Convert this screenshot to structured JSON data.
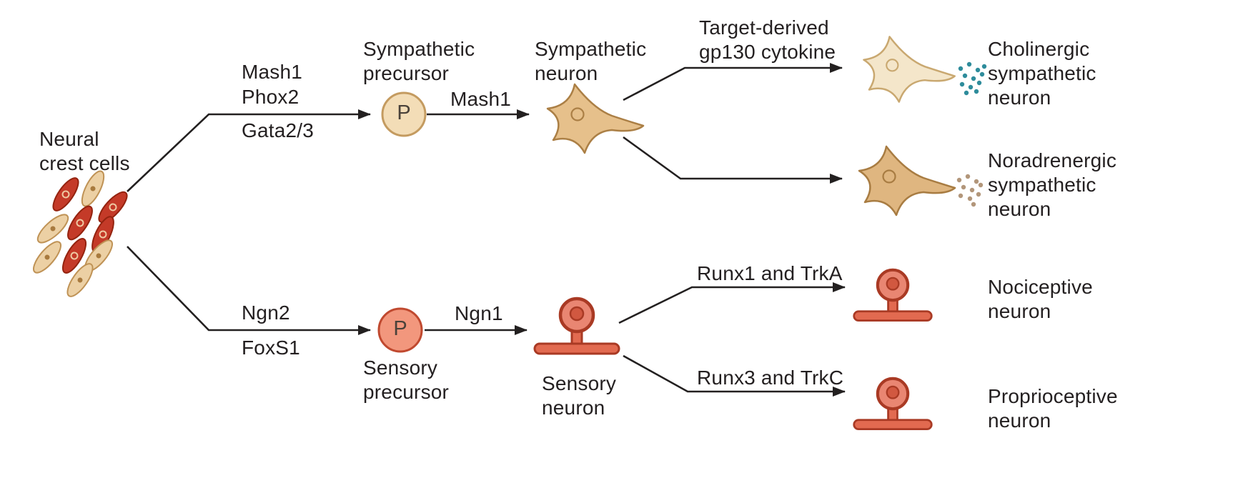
{
  "source": {
    "label": "Neural\ncrest cells"
  },
  "precursor_letter": "P",
  "sympathetic_pathway": {
    "branch_factors": [
      "Mash1",
      "Phox2",
      "Gata2/3"
    ],
    "precursor_label": "Sympathetic\nprecursor",
    "maturation_factor": "Mash1",
    "neuron_label": "Sympathetic\nneuron",
    "cholinergic": {
      "arrow_label": "Target-derived\ngp130 cytokine",
      "label": "Cholinergic\nsympathetic\nneuron"
    },
    "noradrenergic": {
      "label": "Noradrenergic\nsympathetic\nneuron"
    }
  },
  "sensory_pathway": {
    "branch_factors": [
      "Ngn2",
      "FoxS1"
    ],
    "precursor_label": "Sensory\nprecursor",
    "maturation_factor": "Ngn1",
    "neuron_label": "Sensory\nneuron",
    "nociceptive": {
      "arrow_label": "Runx1 and TrkA",
      "label": "Nociceptive\nneuron"
    },
    "proprioceptive": {
      "arrow_label": "Runx3 and TrkC",
      "label": "Proprioceptive\nneuron"
    }
  },
  "palette": {
    "text": "#231f20",
    "line": "#232020",
    "tan_cell_fill": "#e6c08b",
    "tan_cell_stroke": "#ab7f45",
    "pale_tan_fill": "#f4e6ca",
    "pale_tan_stroke": "#c9a870",
    "dark_tan_fill": "#dfb680",
    "dark_tan_stroke": "#a87c42",
    "precursor_tan_fill": "#f3ddb7",
    "precursor_tan_stroke": "#c49b60",
    "precursor_red_fill": "#f2977d",
    "precursor_red_stroke": "#c0492f",
    "crest_red_fill": "#c43a28",
    "crest_red_stroke": "#94230f",
    "crest_tan_fill": "#ecd0a4",
    "crest_tan_stroke": "#bf9255",
    "sensory_body_fill": "#e98672",
    "sensory_bar_fill": "#e26a50",
    "sensory_stroke": "#a93a24",
    "teal_dots": "#2e8c9b",
    "tan_dots": "#b2967a"
  }
}
